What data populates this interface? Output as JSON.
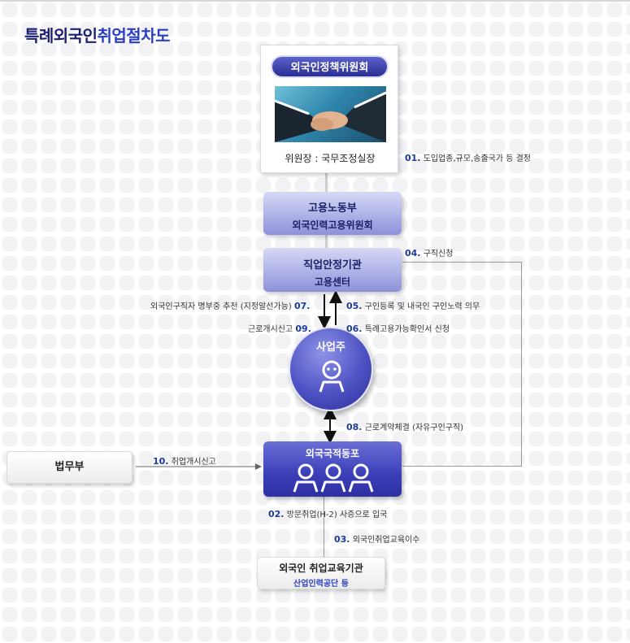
{
  "title": {
    "part1": "특례외국인",
    "part2": "취업절차도"
  },
  "committee": {
    "name": "외국인정책위원회",
    "chair": "위원장 : 국무조정실장"
  },
  "ministry": {
    "line1": "고용노동부",
    "line2": "외국인력고용위원회"
  },
  "job_center": {
    "line1": "직업안정기관",
    "line2": "고용센터"
  },
  "employer": {
    "label": "사업주"
  },
  "foreign_workers": {
    "label": "외국국적동포"
  },
  "justice": {
    "label": "법무부"
  },
  "edu": {
    "line1": "외국인 취업교육기관",
    "line2": "산업인력공단 등"
  },
  "steps": {
    "s01": {
      "num": "01.",
      "text": "도입업종,규모,송출국가 등 결정"
    },
    "s02": {
      "num": "02.",
      "text": "방문취업(H-2) 사증으로 입국"
    },
    "s03": {
      "num": "03.",
      "text": "외국인취업교육이수"
    },
    "s04": {
      "num": "04.",
      "text": "구직신청"
    },
    "s05": {
      "num": "05.",
      "text": "구인등록 및 내국인 구인노력 의무"
    },
    "s06": {
      "num": "06.",
      "text": "특례고용가능확인서 신청"
    },
    "s07": {
      "num": "07.",
      "text": "외국인구직자 명부중 추천 (지정알선가능)"
    },
    "s08": {
      "num": "08.",
      "text": "근로계약체결 (자유구인구직)"
    },
    "s09": {
      "num": "09.",
      "text": "근로개시신고"
    },
    "s10": {
      "num": "10.",
      "text": "취업개시신고"
    }
  },
  "colors": {
    "title": "#1e1e70",
    "accent": "#2b3fc4",
    "step_number": "#1e3a9a",
    "box_purple": "#3b3fb8"
  }
}
